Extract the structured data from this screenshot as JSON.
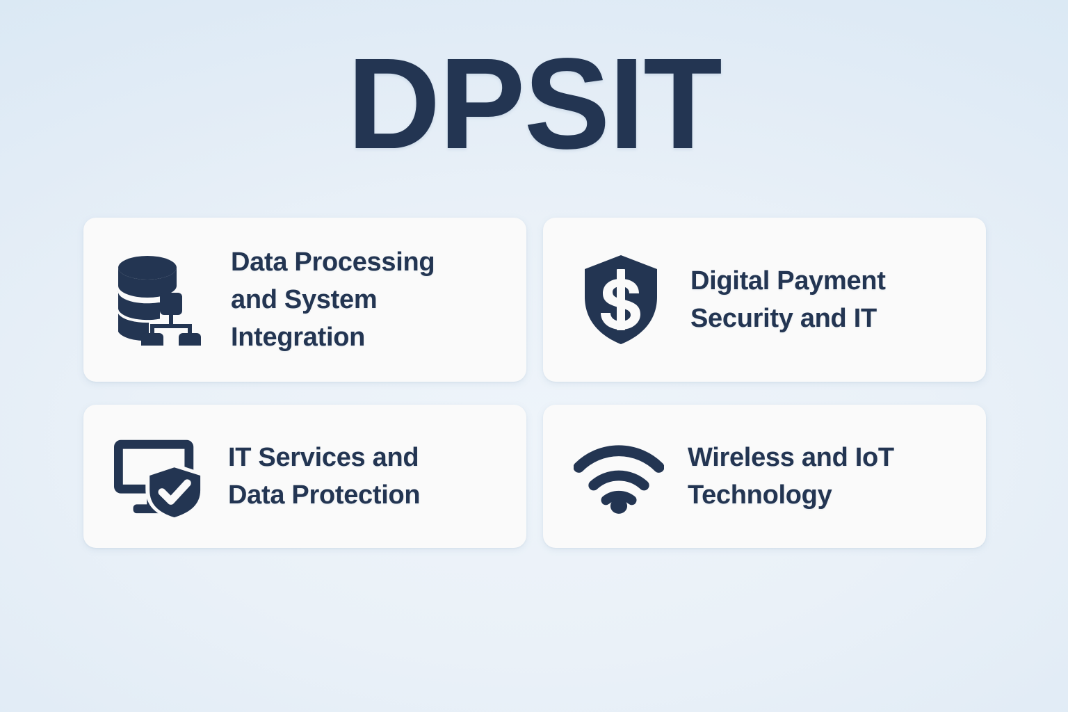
{
  "page": {
    "title": "DPSIT",
    "background_gradient_center": "#eef4fa",
    "background_gradient_edge": "#d9e8f4",
    "accent_color": "#233552",
    "card_background": "#fafafa"
  },
  "cards": [
    {
      "id": "data-processing-and-system-integration",
      "icon": "database-network-icon",
      "label": "Data Processing\nand System\nIntegration"
    },
    {
      "id": "digital-payment-security-and-it",
      "icon": "shield-dollar-icon",
      "label": "Digital Payment\nSecurity and IT"
    },
    {
      "id": "it-services-and-data-protection",
      "icon": "monitor-shield-check-icon",
      "label": "IT Services and\nData Protection"
    },
    {
      "id": "wireless-and-iot-technology",
      "icon": "wifi-icon",
      "label": "Wireless and IoT\nTechnology"
    }
  ]
}
